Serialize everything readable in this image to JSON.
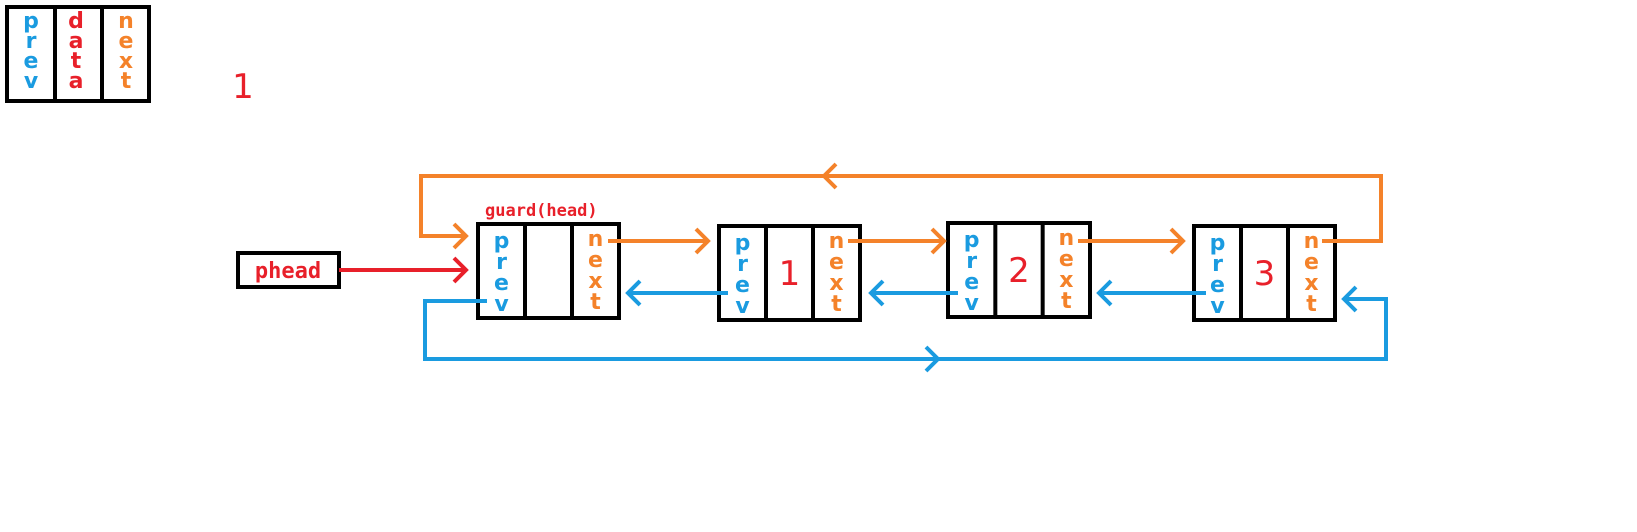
{
  "colors": {
    "prev": "#1a9be0",
    "data": "#e8202a",
    "next": "#f4822a",
    "border": "#000000"
  },
  "legend": {
    "prev": "prev",
    "data": "data",
    "next": "next"
  },
  "stray_number": "1",
  "phead_label": "phead",
  "guard_label": "guard(head)",
  "nodes": [
    {
      "prev": "prev",
      "data": "",
      "next": "next"
    },
    {
      "prev": "prev",
      "data": "1",
      "next": "next"
    },
    {
      "prev": "prev",
      "data": "2",
      "next": "next"
    },
    {
      "prev": "prev",
      "data": "3",
      "next": "next"
    }
  ]
}
